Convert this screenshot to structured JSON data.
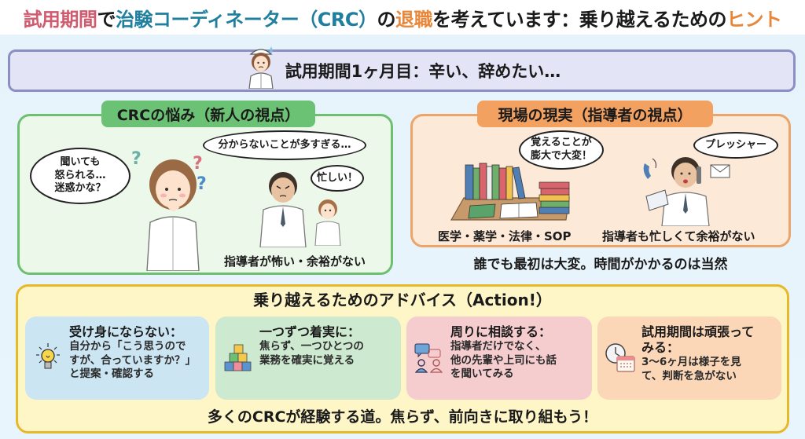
{
  "title": {
    "parts": [
      {
        "text": "試用期間",
        "color": "#d05a6e"
      },
      {
        "text": "で",
        "color": "#1a1a1a"
      },
      {
        "text": "治験コーディネーター（CRC）",
        "color": "#1f7f9e"
      },
      {
        "text": "の",
        "color": "#1a1a1a"
      },
      {
        "text": "退職",
        "color": "#e8873a"
      },
      {
        "text": "を考えています：乗り越えるための",
        "color": "#1a1a1a"
      },
      {
        "text": "ヒント",
        "color": "#e8873a"
      }
    ]
  },
  "banner": {
    "text": "試用期間1ヶ月目：辛い、辞めたい…",
    "icon": "worried-nurse-icon"
  },
  "newcomer_panel": {
    "tab_label": "CRCの悩み（新人の視点）",
    "bubbles": [
      "聞いても\n怒られる…\n迷惑かな？",
      "分からないことが多すぎる…",
      "忙しい！"
    ],
    "caption": "指導者が怖い・余裕がない",
    "colors": {
      "border": "#6fbf73",
      "tab": "#6cc274",
      "fill": "#ecf8e9"
    }
  },
  "mentor_panel": {
    "tab_label": "現場の現実（指導者の視点）",
    "bubbles": [
      "覚えることが\n膨大で大変！",
      "プレッシャー"
    ],
    "captions": [
      "医学・薬学・法律・SOP",
      "指導者も忙しくて余裕がない"
    ],
    "note": "誰でも最初は大変。時間がかかるのは当然",
    "colors": {
      "border": "#eba56a",
      "tab": "#f3a161",
      "fill": "#fde9d8"
    }
  },
  "advice": {
    "heading": "乗り越えるためのアドバイス（Action!）",
    "cards": [
      {
        "title": "受け身にならない：",
        "text": "自分から「こう思うので\nすが、合っていますか？」\nと提案・確認する",
        "icon": "lightbulb-icon",
        "color": "#cbe5f3"
      },
      {
        "title": "一つずつ着実に：",
        "text": "焦らず、一つひとつの\n業務を確実に覚える",
        "icon": "stacked-blocks-icon",
        "color": "#cde9cf"
      },
      {
        "title": "周りに相談する：",
        "text": "指導者だけでなく、\n他の先輩や上司にも話\nを聞いてみる",
        "icon": "people-chat-icon",
        "color": "#f6cdcf"
      },
      {
        "title": "試用期間は頑張って\nみる：",
        "text": "3〜6ヶ月は様子を見\nて、判断を急がない",
        "icon": "clock-calendar-icon",
        "color": "#fbd7b8"
      }
    ],
    "footer": "多くのCRCが経験する道。焦らず、前向きに取り組もう！",
    "colors": {
      "border": "#e6b92a",
      "fill": "#fff6c8"
    }
  }
}
